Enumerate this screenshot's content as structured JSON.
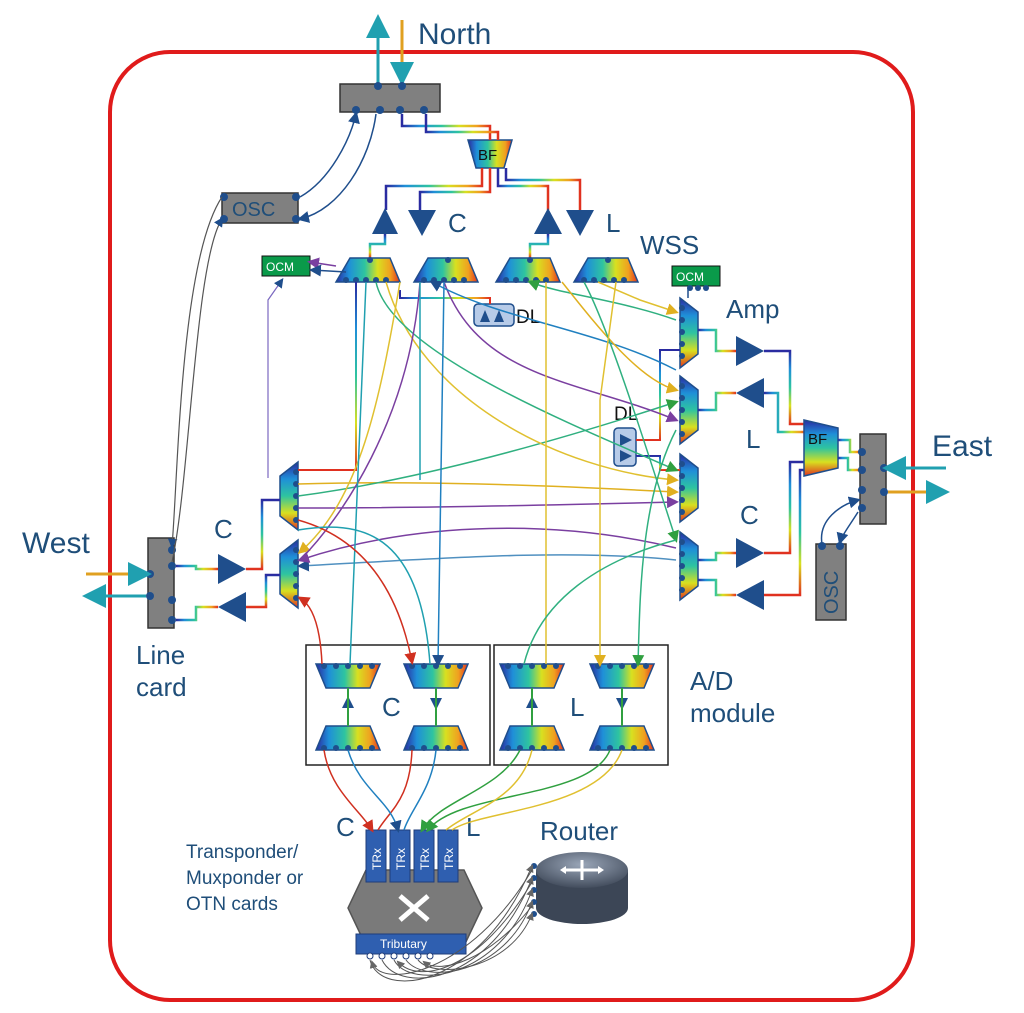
{
  "labels": {
    "north": "North",
    "east": "East",
    "west": "West",
    "line_card_1": "Line",
    "line_card_2": "card",
    "wss": "WSS",
    "amp": "Amp",
    "c_top": "C",
    "l_top": "L",
    "c_west": "C",
    "c_east": "C",
    "l_east": "L",
    "c_ad": "C",
    "l_ad": "L",
    "ad_module_1": "A/D",
    "ad_module_2": "module",
    "router": "Router",
    "c_trx": "C",
    "l_trx": "L",
    "transponder_1": "Transponder/",
    "transponder_2": "Muxponder or",
    "transponder_3": "OTN cards",
    "dl_top": "DL",
    "dl_right": "DL",
    "tributary": "Tributary",
    "trx": "TRx",
    "osc": "OSC",
    "ocm": "OCM",
    "bf": "BF"
  },
  "colors": {
    "frame": "#e01b1b",
    "amp": "#1f4e8c",
    "grey_card": "#808080",
    "ocm_green": "#0a9a4a",
    "text_blue": "#1f4e79",
    "trx_blue": "#2f5fb0"
  }
}
